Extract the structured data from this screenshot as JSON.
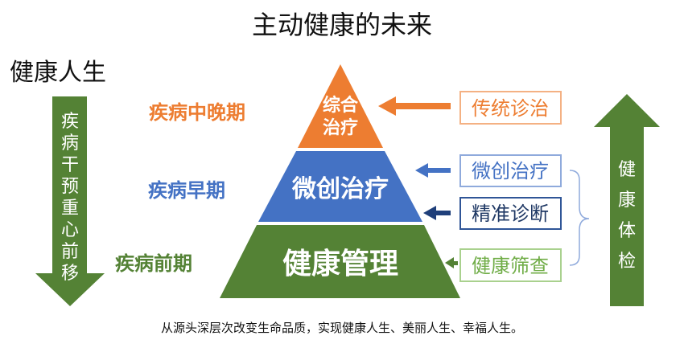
{
  "title": "主动健康的未来",
  "left_heading": "健康人生",
  "down_arrow_text": [
    "疾",
    "病",
    "干",
    "预",
    "重",
    "心",
    "前",
    "移"
  ],
  "up_arrow_text": [
    "健",
    "康",
    "体",
    "检"
  ],
  "stages": {
    "late": "疾病中晚期",
    "early": "疾病早期",
    "pre": "疾病前期"
  },
  "pyramid": {
    "top": [
      "综合",
      "治疗"
    ],
    "middle": "微创治疗",
    "bottom": "健康管理"
  },
  "boxes": {
    "traditional": "传统诊治",
    "minimally_invasive": "微创治疗",
    "precision": "精准诊断",
    "screening": "健康筛查"
  },
  "footer": "从源头深层次改变生命品质，实现健康人生、美丽人生、幸福人生。",
  "colors": {
    "orange": "#ED7D31",
    "blue": "#4472C4",
    "dark_blue": "#2F5597",
    "green": "#548235",
    "light_green": "#70AD47"
  }
}
